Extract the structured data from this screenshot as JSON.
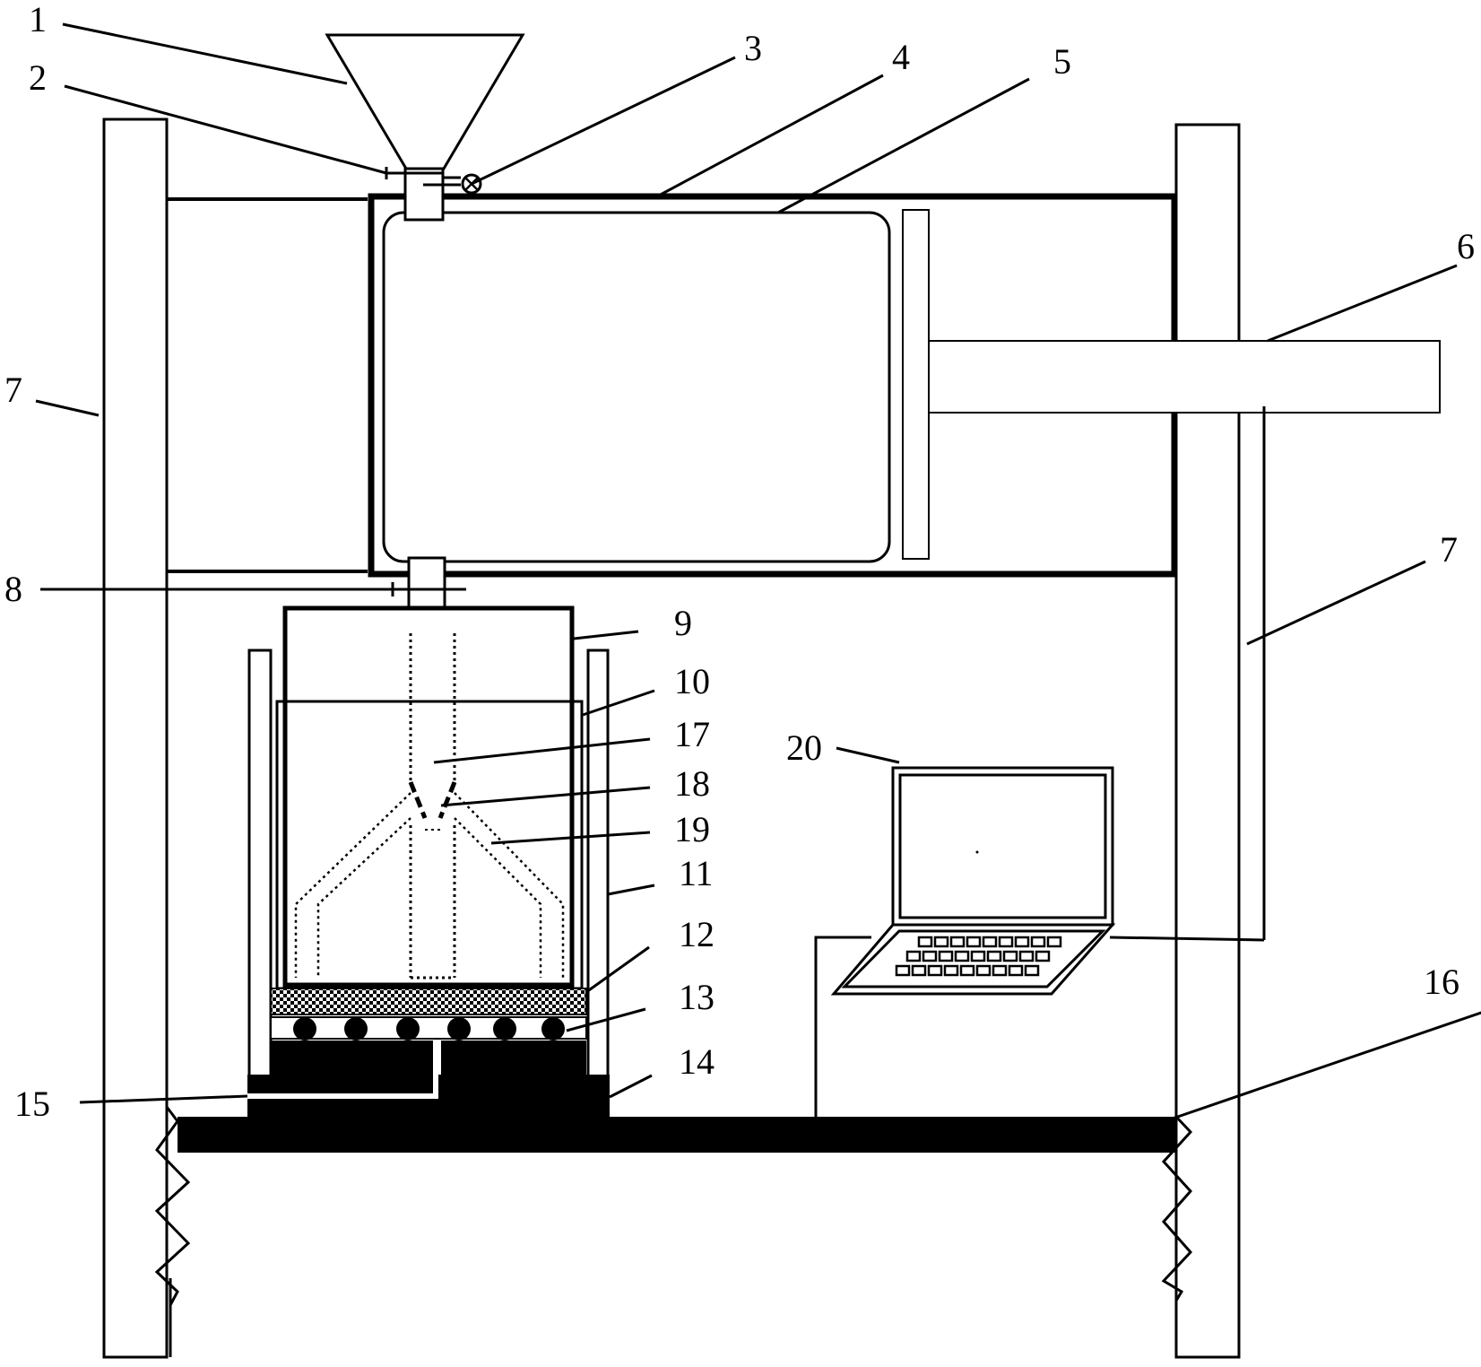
{
  "labels": {
    "n1": "1",
    "n2": "2",
    "n3": "3",
    "n4": "4",
    "n5": "5",
    "n6": "6",
    "n7a": "7",
    "n7b": "7",
    "n8": "8",
    "n9": "9",
    "n10": "10",
    "n11": "11",
    "n12": "12",
    "n13": "13",
    "n14": "14",
    "n15": "15",
    "n16": "16",
    "n17": "17",
    "n18": "18",
    "n19": "19",
    "n20": "20"
  },
  "colors": {
    "ink": "#000000",
    "paper": "#ffffff"
  }
}
